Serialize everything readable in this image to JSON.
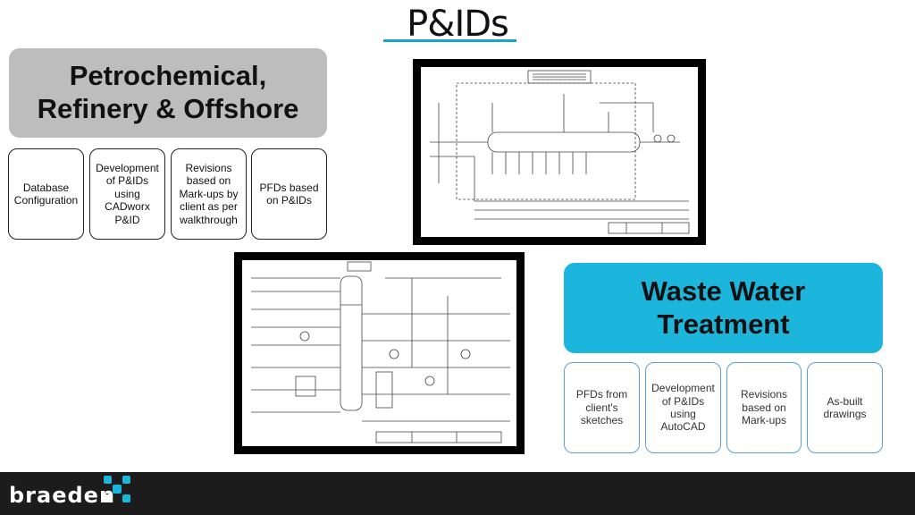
{
  "slide": {
    "title": "P&IDs"
  },
  "petrochemical": {
    "heading": "Petrochemical,\nRefinery & Offshore",
    "cards": [
      "Database Configuration",
      "Development of P&IDs using CADworx P&ID",
      "Revisions based on Mark-ups by client as per walkthrough",
      "PFDs based on P&IDs"
    ]
  },
  "waste_water": {
    "heading": "Waste Water Treatment",
    "cards": [
      "PFDs from client's sketches",
      "Development of P&IDs using AutoCAD",
      "Revisions based on Mark-ups",
      "As-built drawings"
    ]
  },
  "footer": {
    "logo_text": "braeden",
    "accent_color": "#1cb6dc"
  },
  "colors": {
    "petro_header_bg": "#bdbdbd",
    "waste_header_bg": "#1cb6dc",
    "title_rule": "#1aa3cf"
  }
}
